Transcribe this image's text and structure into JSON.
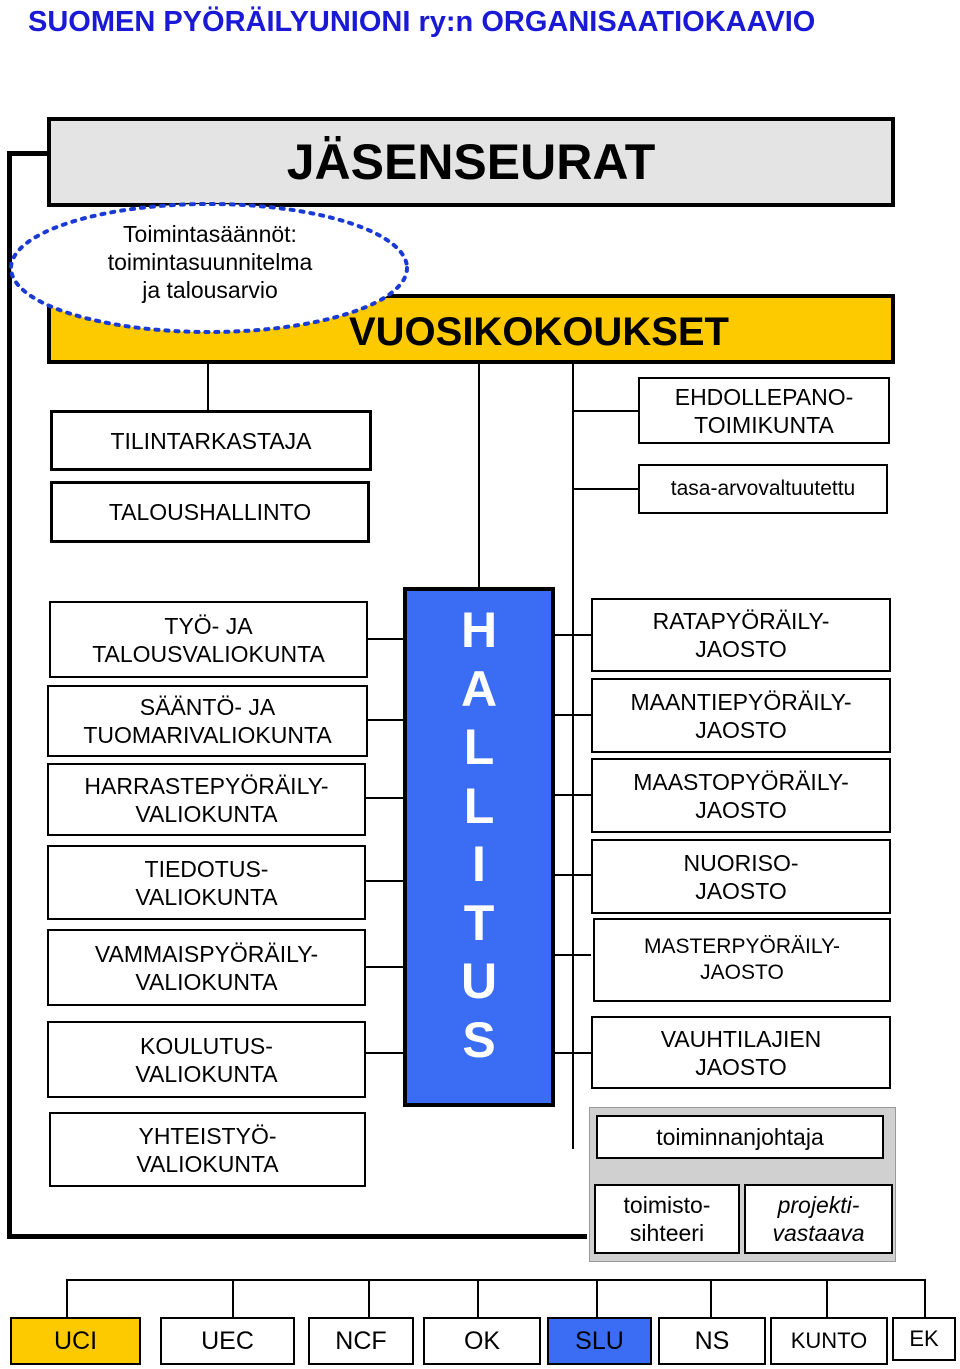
{
  "title": "SUOMEN PYÖRÄILYUNIONI ry:n ORGANISAATIOKAAVIO",
  "top": {
    "jasenseurat": "JÄSENSEURAT",
    "vuosikokoukset": "VUOSIKOKOUKSET",
    "note": "Toimintasäännöt:\ntoimintasuunnitelma\nja talousarvio"
  },
  "left_upper": {
    "tilintarkastaja": "TILINTARKASTAJA",
    "taloushallinto": "TALOUSHALLINTO"
  },
  "right_upper": {
    "ehdollepano": "EHDOLLEPANO-\nTOIMIKUNTA",
    "tasa_arvo": "tasa-arvovaltuutettu"
  },
  "committees": [
    "TYÖ- JA\nTALOUSVALIOKUNTA",
    "SÄÄNTÖ- JA\nTUOMARIVALIOKUNTA",
    "HARRASTEPYÖRÄILY-\nVALIOKUNTA",
    "TIEDOTUS-\nVALIOKUNTA",
    "VAMMAISPYÖRÄILY-\nVALIOKUNTA",
    "KOULUTUS-\nVALIOKUNTA",
    "YHTEISTYÖ-\nVALIOKUNTA"
  ],
  "hallitus_letters": [
    "H",
    "A",
    "L",
    "L",
    "I",
    "T",
    "U",
    "S"
  ],
  "sections": [
    "RATAPYÖRÄILY-\nJAOSTO",
    "MAANTIEPYÖRÄILY-\nJAOSTO",
    "MAASTOPYÖRÄILY-\nJAOSTO",
    "NUORISO-\nJAOSTO",
    "MASTERPYÖRÄILY-\nJAOSTO",
    "VAUHTILAJIEN\nJAOSTO"
  ],
  "staff": {
    "toiminnanjohtaja": "toiminnanjohtaja",
    "toimistosihteeri": "toimisto-\nsihteeri",
    "projektivastaava": "projekti-\nvastaava"
  },
  "bottom_orgs": [
    {
      "label": "UCI",
      "color": "#fdca00"
    },
    {
      "label": "UEC",
      "color": "#ffffff"
    },
    {
      "label": "NCF",
      "color": "#ffffff"
    },
    {
      "label": "OK",
      "color": "#ffffff"
    },
    {
      "label": "SLU",
      "color": "#3a6cf4"
    },
    {
      "label": "NS",
      "color": "#ffffff"
    },
    {
      "label": "KUNTO",
      "color": "#ffffff"
    },
    {
      "label": "EK",
      "color": "#ffffff"
    }
  ],
  "colors": {
    "title": "#1a1ad6",
    "jasenseurat_bg": "#e4e4e4",
    "vuosikokoukset_bg": "#fdca00",
    "hallitus_bg": "#3a6cf4",
    "ellipse_border": "#1a3ad6",
    "staff_bg": "#d0d0d0"
  }
}
